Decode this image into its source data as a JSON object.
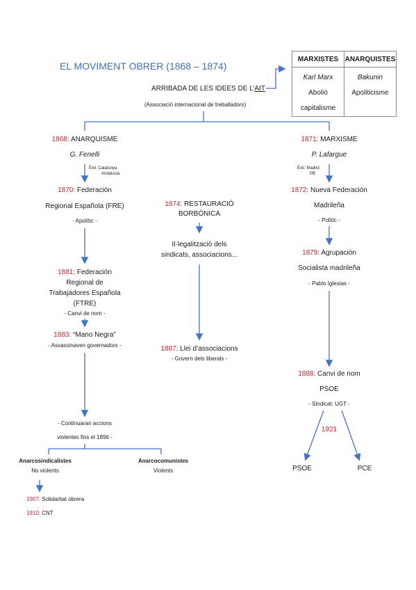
{
  "title": "EL MOVIMENT OBRER (1868 – 1874)",
  "ait": {
    "prefix": "ARRIBADA DE LES IDEES DE L’",
    "acronym": "AIT",
    "sub": "(Associació internacional de treballadors)"
  },
  "table": {
    "headers": [
      "MARXISTES",
      "ANARQUISTES"
    ],
    "col1": [
      "Karl Marx",
      "Abolió",
      "capitalisme"
    ],
    "col2": [
      "Bakunin",
      "Apoliticisme"
    ]
  },
  "left": {
    "y1868": "1868",
    "t1868": ": ANARQUISME",
    "leader": "G. Fenelli",
    "exit": [
      "Èxit: Catalunya",
      "Andalusia"
    ],
    "y1870": "1870",
    "t1870": ": Federación",
    "t1870b": "Regional Española (FRE)",
    "n1870": "- Apolític -",
    "y1881": "1881",
    "t1881": ": Federación",
    "t1881b": [
      "Regional de",
      "Trabajadores Española",
      "(FTRE)"
    ],
    "n1881": "- Canvi de nom -",
    "y1883": "1883",
    "t1883": ": “Mano Negra”",
    "n1883": "- Assassinaven governadors -",
    "cont": [
      "- Continuaran accions",
      "violentes fins el 1896 -"
    ],
    "branch1": {
      "title": "Anarcosindicalistes",
      "sub": "No violents"
    },
    "branch2": {
      "title": "Anarcocomunistes",
      "sub": "Violents"
    },
    "y1907": "1907",
    "t1907": ": Solidaritat obrera",
    "y1910": "1910",
    "t1910": ": CNT"
  },
  "middle": {
    "y1874": "1874",
    "t1874": ": RESTAURACIÓ",
    "t1874b": "BORBÒNICA",
    "illegal": [
      "Il·legalització dels",
      "sindicats, associacions..."
    ],
    "y1887": "1887",
    "t1887": ": Llei d’associacions",
    "n1887": "- Govern dels liberals -"
  },
  "right": {
    "y1871": "1871",
    "t1871": ": MARXISME",
    "leader": "P. Lafargue",
    "exit": [
      "Èxit:  Madrid",
      "PB"
    ],
    "y1872": "1872",
    "t1872": ": Nueva Federación",
    "t1872b": "Madrileña",
    "n1872": "- Polític -",
    "y1879": "1879",
    "t1879": ": Agrupación",
    "t1879b": "Socialista madrileña",
    "n1879": "- Pablo Iglesias -",
    "y1888": "1888",
    "t1888": ": Canvi de nom",
    "t1888b": "PSOE",
    "n1888": "- Sindicat: UGT -",
    "y1921": "1921",
    "psoe": "PSOE",
    "pce": "PCE"
  },
  "colors": {
    "accent": "#3f6fb5",
    "red": "#c0272d",
    "line": "#4472c4"
  }
}
